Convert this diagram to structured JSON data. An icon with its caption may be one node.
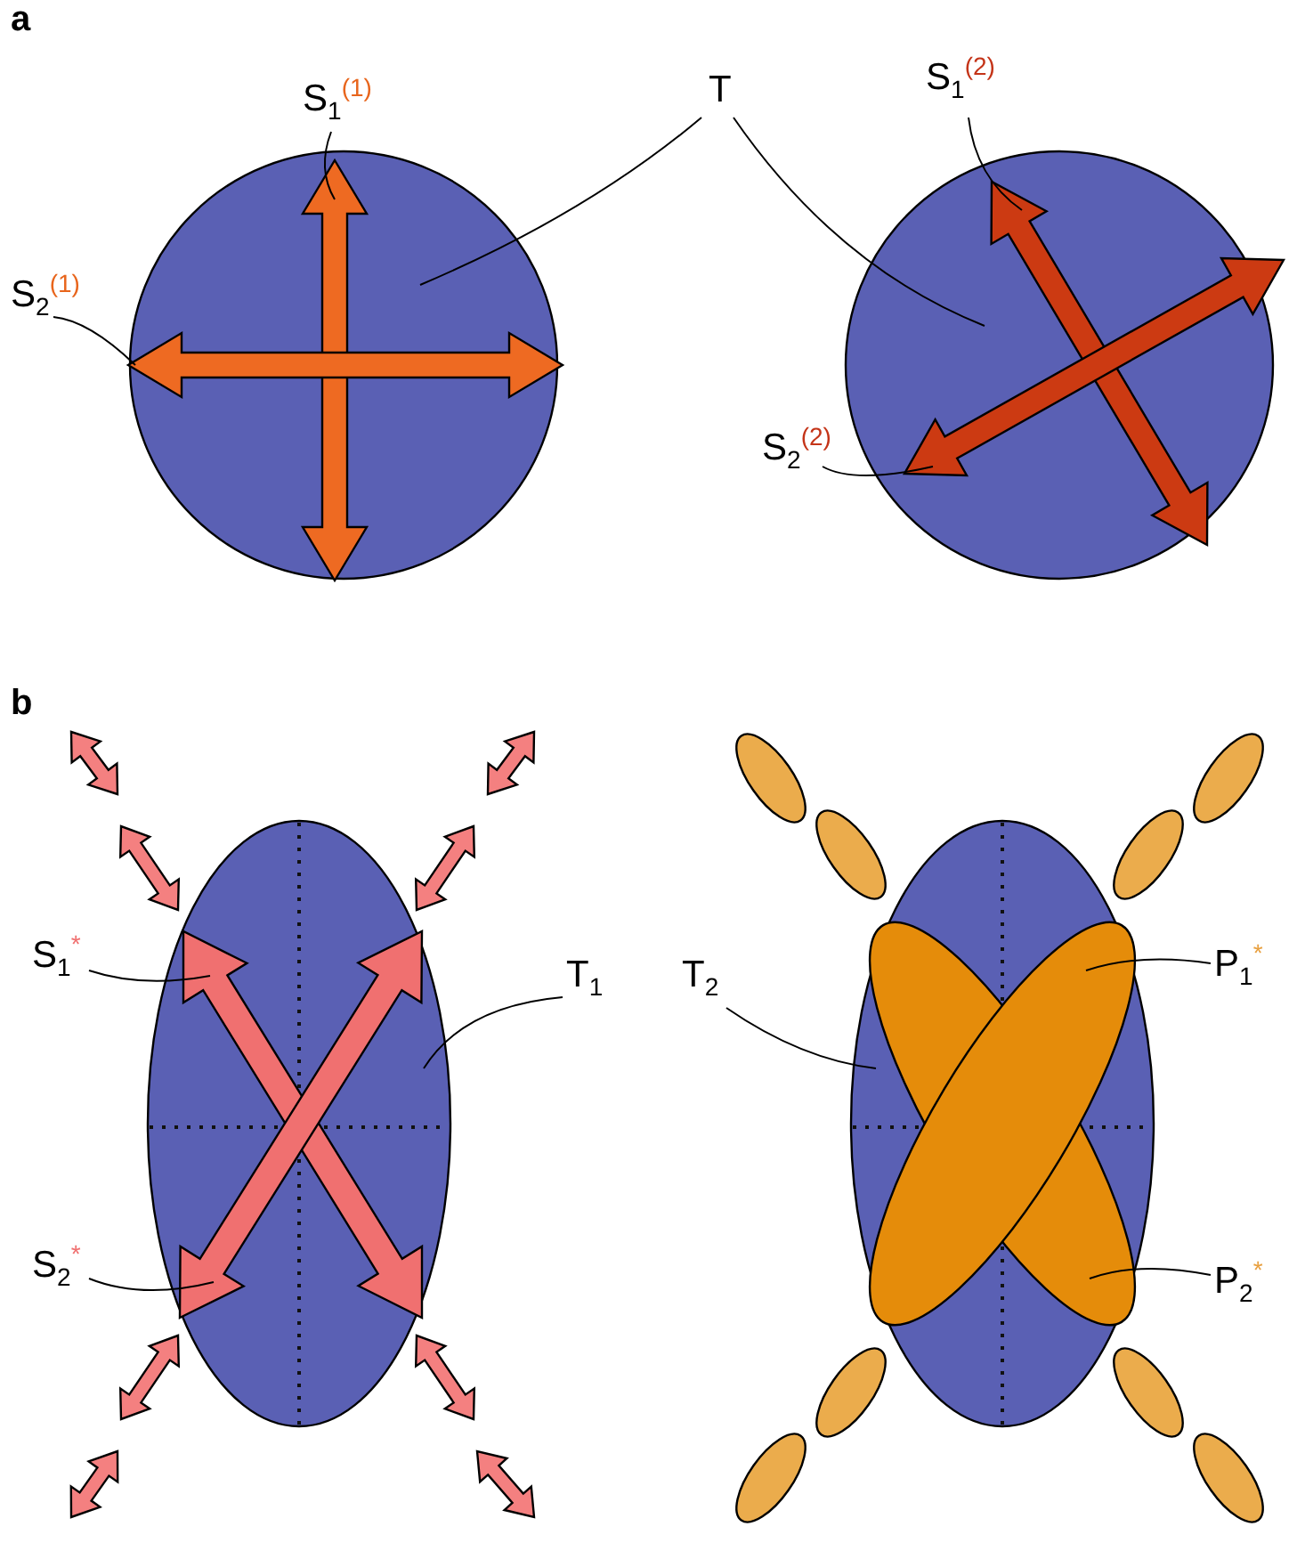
{
  "diagram": {
    "nodes": [
      {
        "text": [
          "S$_{1}$$^{(1)}$"
        ]
      },
      {
        "text": [
          "S$_{2}$$^{(1)}$"
        ]
      },
      {
        "text": [
          "T"
        ]
      },
      {
        "text": [
          "S$_{1}$$^{(2)}$"
        ]
      },
      {
        "text": [
          "S$_{2}$$^{(2)}$"
        ]
      },
      {
        "text": [],
        "shape": "circle"
      },
      {
        "text": [],
        "shape": "arrow",
        "in": 5
      },
      {
        "text": [],
        "shape": "arrow",
        "in": 5
      },
      {
        "text": [],
        "shape": "circle"
      },
      {
        "text": [],
        "shape": "arrow",
        "in": 8
      },
      {
        "text": [],
        "shape": "arrow",
        "in": 8
      },
      {
        "text": [
          "S$_{1}$$^{*}$"
        ]
      },
      {
        "text": [
          "S$_{2}$$^{*}$"
        ]
      },
      {
        "text": [
          "T$_{1}$"
        ]
      },
      {
        "text": [
          "T$_{2}$"
        ]
      },
      {
        "text": [
          "P$_{1}$$^{*}$"
        ]
      },
      {
        "text": [
          "P$_{2}$$^{*}$"
        ]
      },
      {
        "text": [],
        "shape": "ellipse"
      },
      {
        "text": [],
        "shape": "arrow",
        "in": 17
      },
      {
        "text": [],
        "shape": "arrow",
        "in": 17
      },
      {
        "text": [],
        "shape": "ellipse"
      },
      {
        "text": [],
        "shape": "ellipse",
        "in": 20
      },
      {
        "text": [],
        "shape": "ellipse",
        "in": 20
      }
    ],
    "edges": [
      {
        "from": 0,
        "to": 6,
        "arrow": "none"
      },
      {
        "from": 1,
        "to": 7,
        "arrow": "none"
      },
      {
        "from": 2,
        "to": 5,
        "arrow": "none"
      },
      {
        "from": 2,
        "to": 8,
        "arrow": "none"
      },
      {
        "from": 3,
        "to": 9,
        "arrow": "none"
      },
      {
        "from": 4,
        "to": 10,
        "arrow": "none"
      },
      {
        "from": 11,
        "to": 18,
        "arrow": "none"
      },
      {
        "from": 12,
        "to": 19,
        "arrow": "none"
      },
      {
        "from": 13,
        "to": 17,
        "arrow": "none"
      },
      {
        "from": 14,
        "to": 20,
        "arrow": "none"
      },
      {
        "from": 15,
        "to": 21,
        "arrow": "none"
      },
      {
        "from": 16,
        "to": 22,
        "arrow": "none"
      }
    ],
    "labels": [
      "a",
      "b"
    ]
  }
}
